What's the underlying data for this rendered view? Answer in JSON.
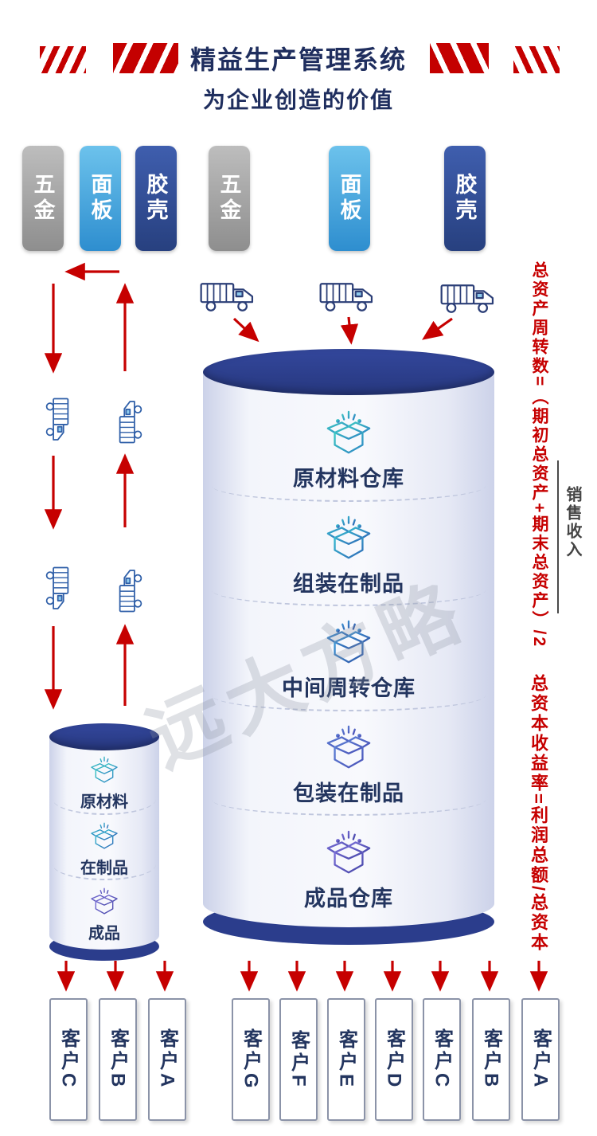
{
  "header": {
    "title": "精益生产管理系统",
    "subtitle": "为企业创造的价值"
  },
  "materials": [
    {
      "label": "五金",
      "type": "gray"
    },
    {
      "label": "面板",
      "type": "light-blue"
    },
    {
      "label": "胶壳",
      "type": "dark-blue"
    },
    {
      "label": "五金",
      "type": "gray"
    },
    {
      "label": "面板",
      "type": "light-blue"
    },
    {
      "label": "胶壳",
      "type": "dark-blue"
    }
  ],
  "main_cylinder": {
    "sections": [
      {
        "label": "原材料仓库"
      },
      {
        "label": "组装在制品"
      },
      {
        "label": "中间周转仓库"
      },
      {
        "label": "包装在制品"
      },
      {
        "label": "成品仓库"
      }
    ]
  },
  "small_cylinder": {
    "sections": [
      {
        "label": "原材料"
      },
      {
        "label": "在制品"
      },
      {
        "label": "成品"
      }
    ]
  },
  "formulas": {
    "asset_turnover_main": "总资产周转数=（期初总资产+期末总资产）/2",
    "asset_turnover_numerator": "销售收入",
    "capital_return": "总资本收益率=利润总额/总资本"
  },
  "customers_left": [
    "客户C",
    "客户B",
    "客户A"
  ],
  "customers_right": [
    "客户G",
    "客户F",
    "客户E",
    "客户D",
    "客户C",
    "客户B",
    "客户A"
  ],
  "watermark": "远大方略",
  "colors": {
    "accent_red": "#c60000",
    "navy_text": "#23355f",
    "cylinder_top": "#2b3d8c",
    "pill_gray": "#9b9b9b",
    "pill_light_blue": "#3f9fd8",
    "pill_dark_blue": "#2f4d9b"
  }
}
